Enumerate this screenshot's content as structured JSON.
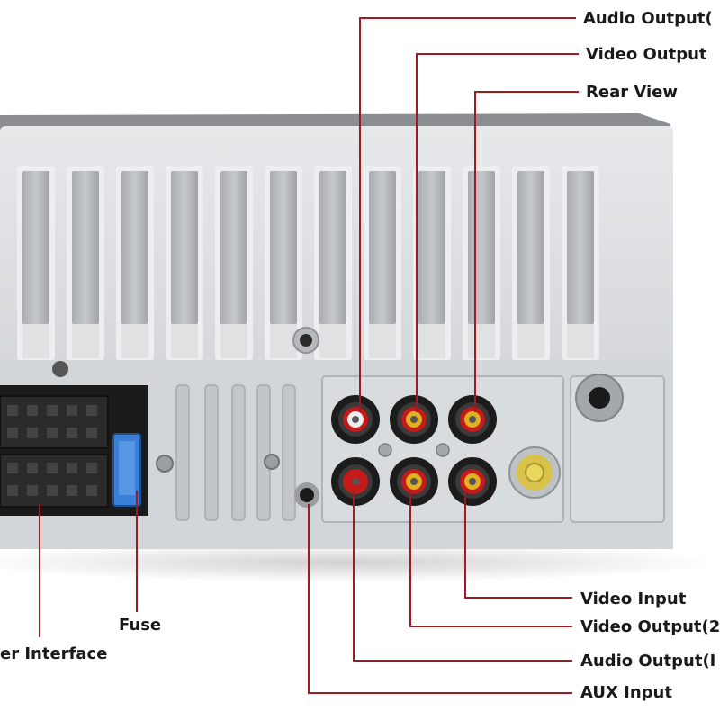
{
  "callouts": {
    "audio_output_1": "Audio Output(",
    "video_output_1": "Video Output",
    "rear_view": "Rear View",
    "video_input": "Video Input",
    "video_output_2": "Video Output(2",
    "audio_output_2": "Audio Output(I",
    "aux_input": "AUX Input",
    "fuse": "Fuse",
    "power_interface": "er Interface"
  },
  "colors": {
    "leader_line": "#9e1b22",
    "panel": "#d6d8da",
    "jack_red": "#c41a1a",
    "jack_yellow": "#e0b020",
    "jack_white": "#eeeeee",
    "fuse_blue": "#3a7fd8"
  },
  "icons": [
    "rca-jack",
    "gps-antenna-port",
    "screw",
    "wiring-connector",
    "blade-fuse",
    "aux-jack"
  ]
}
